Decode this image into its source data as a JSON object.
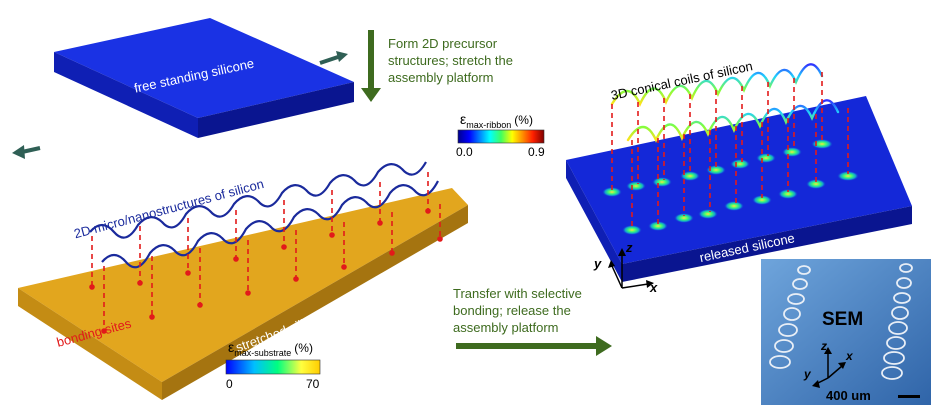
{
  "labels": {
    "free_silicone": "free standing silicone",
    "stretched_silicone": "stretched silicone",
    "released_silicone": "released silicone",
    "structures_2d": "2D micro/nanostructures of silicon",
    "bonding_sites": "bonding sites",
    "coils_3d": "3D conical coils of silicon",
    "step1_line1": "Form 2D precursor",
    "step1_line2": "structures; stretch the",
    "step1_line3": "assembly platform",
    "step2_line1": "Transfer with selective",
    "step2_line2": "bonding; release the",
    "step2_line3": "assembly platform",
    "sem_title": "SEM",
    "sem_scale": "400 um"
  },
  "axes": {
    "x": "x",
    "y": "y",
    "z": "z"
  },
  "colorbar_ribbon": {
    "symbol": "ε",
    "subscript": "max-ribbon",
    "unit": "(%)",
    "min": "0.0",
    "max": "0.9"
  },
  "colorbar_substrate": {
    "symbol": "ε",
    "subscript": "max-substrate",
    "unit": "(%)",
    "min": "0",
    "max": "70"
  },
  "colors": {
    "blue_slab": "#1428d8",
    "blue_slab_side": "#0a1590",
    "gold_slab": "#e2a61e",
    "gold_slab_side": "#b07c10",
    "green_arrow": "#3e6b1f",
    "teal_arrow": "#2f5f55",
    "red_dash": "#e21a1a",
    "ribbon": "#1a2a9c",
    "sem_bg": "#4d86c4"
  }
}
